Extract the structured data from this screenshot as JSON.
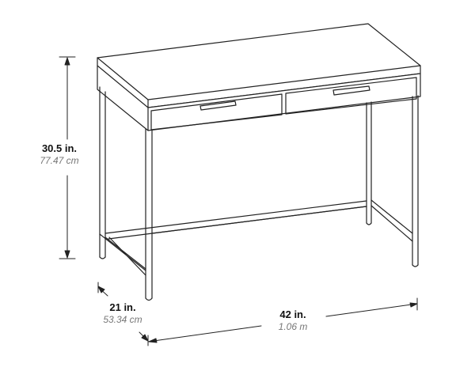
{
  "dimensions": {
    "height": {
      "imperial": "30.5 in.",
      "metric": "77.47 cm"
    },
    "depth": {
      "imperial": "21 in.",
      "metric": "53.34 cm"
    },
    "width": {
      "imperial": "42 in.",
      "metric": "1.06 m"
    }
  },
  "product": {
    "drawers": 2,
    "colors": {
      "line": "#222222",
      "metric_text": "#777777"
    }
  }
}
